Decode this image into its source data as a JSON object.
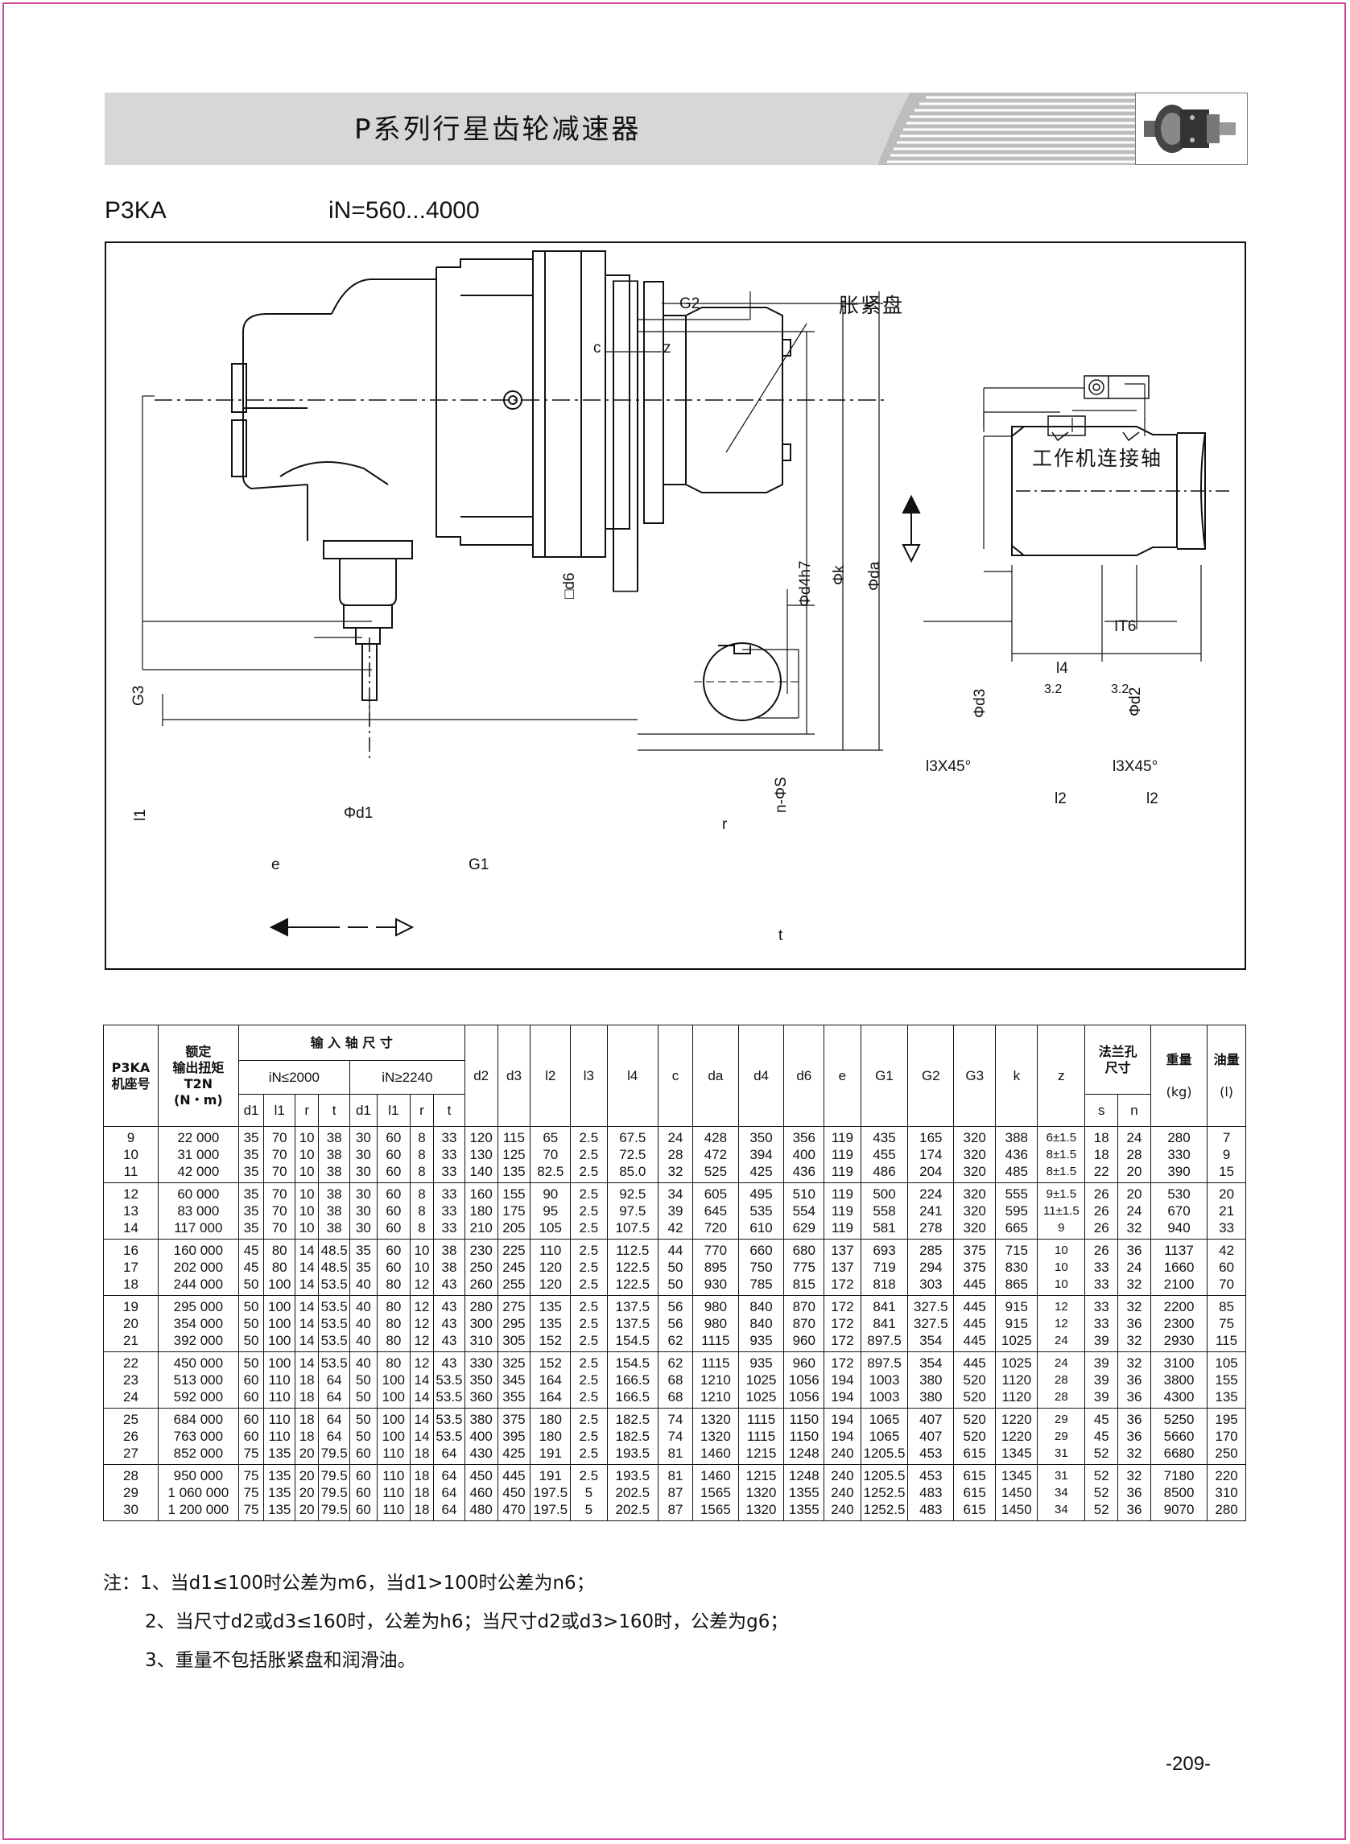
{
  "header": {
    "title": "P系列行星齿轮减速器"
  },
  "model": {
    "name": "P3KA",
    "ratio": "iN=560...4000"
  },
  "drawing": {
    "labels": {
      "g2": "G2",
      "c": "c",
      "z": "z",
      "expansion_disc": "胀紧盘",
      "work_shaft": "工作机连接轴",
      "d6": "□d6",
      "d4h7": "Φd4h7",
      "k": "Φk",
      "da": "Φda",
      "g3": "G3",
      "l1": "l1",
      "d1": "Φd1",
      "e": "e",
      "g1": "G1",
      "ns": "n-ΦS",
      "r": "r",
      "t": "t",
      "it6": "IT6",
      "l4": "l4",
      "ra1": "3.2",
      "ra2": "3.2",
      "d3": "Φd3",
      "d2": "Φd2",
      "l3a": "l3X45°",
      "l3b": "l3X45°",
      "l2a": "l2",
      "l2b": "l2"
    }
  },
  "table": {
    "headers": {
      "model": "P3KA",
      "model2": "机座号",
      "torque": "额定",
      "torque2": "输出扭矩",
      "torque3": "T2N",
      "torque_unit": "(N・m)",
      "input_shaft": "输 入 轴 尺 寸",
      "range1": "iN≤2000",
      "range2": "iN≥2240",
      "d1": "d1",
      "l1": "l1",
      "r": "r",
      "t": "t",
      "d2": "d2",
      "d3": "d3",
      "l2": "l2",
      "l3": "l3",
      "l4": "l4",
      "c": "c",
      "da": "da",
      "d4": "d4",
      "d6": "d6",
      "e": "e",
      "g1": "G1",
      "g2": "G2",
      "g3": "G3",
      "k": "k",
      "z": "z",
      "flange": "法兰孔",
      "flange2": "尺寸",
      "s": "s",
      "n": "n",
      "weight": "重量",
      "weight_unit": "(kg)",
      "oil": "油量",
      "oil_unit": "(l)"
    },
    "groups": [
      {
        "size": [
          "9",
          "10",
          "11"
        ],
        "t2n": [
          "22 000",
          "31 000",
          "42 000"
        ],
        "d1a": [
          "35",
          "35",
          "35"
        ],
        "l1a": [
          "70",
          "70",
          "70"
        ],
        "ra": [
          "10",
          "10",
          "10"
        ],
        "ta": [
          "38",
          "38",
          "38"
        ],
        "d1b": [
          "30",
          "30",
          "30"
        ],
        "l1b": [
          "60",
          "60",
          "60"
        ],
        "rb": [
          "8",
          "8",
          "8"
        ],
        "tb": [
          "33",
          "33",
          "33"
        ],
        "d2": [
          "120",
          "130",
          "140"
        ],
        "d3": [
          "115",
          "125",
          "135"
        ],
        "l2": [
          "65",
          "70",
          "82.5"
        ],
        "l3": [
          "2.5",
          "2.5",
          "2.5"
        ],
        "l4": [
          "67.5",
          "72.5",
          "85.0"
        ],
        "c": [
          "24",
          "28",
          "32"
        ],
        "da": [
          "428",
          "472",
          "525"
        ],
        "d4": [
          "350",
          "394",
          "425"
        ],
        "d6": [
          "356",
          "400",
          "436"
        ],
        "e": [
          "119",
          "119",
          "119"
        ],
        "g1": [
          "435",
          "455",
          "486"
        ],
        "g2": [
          "165",
          "174",
          "204"
        ],
        "g3": [
          "320",
          "320",
          "320"
        ],
        "k": [
          "388",
          "436",
          "485"
        ],
        "z": [
          "6±1.5",
          "8±1.5",
          "8±1.5"
        ],
        "s": [
          "18",
          "18",
          "22"
        ],
        "n": [
          "24",
          "28",
          "20"
        ],
        "w": [
          "280",
          "330",
          "390"
        ],
        "oil": [
          "7",
          "9",
          "15"
        ]
      },
      {
        "size": [
          "12",
          "13",
          "14"
        ],
        "t2n": [
          "60 000",
          "83 000",
          "117 000"
        ],
        "d1a": [
          "35",
          "35",
          "35"
        ],
        "l1a": [
          "70",
          "70",
          "70"
        ],
        "ra": [
          "10",
          "10",
          "10"
        ],
        "ta": [
          "38",
          "38",
          "38"
        ],
        "d1b": [
          "30",
          "30",
          "30"
        ],
        "l1b": [
          "60",
          "60",
          "60"
        ],
        "rb": [
          "8",
          "8",
          "8"
        ],
        "tb": [
          "33",
          "33",
          "33"
        ],
        "d2": [
          "160",
          "180",
          "210"
        ],
        "d3": [
          "155",
          "175",
          "205"
        ],
        "l2": [
          "90",
          "95",
          "105"
        ],
        "l3": [
          "2.5",
          "2.5",
          "2.5"
        ],
        "l4": [
          "92.5",
          "97.5",
          "107.5"
        ],
        "c": [
          "34",
          "39",
          "42"
        ],
        "da": [
          "605",
          "645",
          "720"
        ],
        "d4": [
          "495",
          "535",
          "610"
        ],
        "d6": [
          "510",
          "554",
          "629"
        ],
        "e": [
          "119",
          "119",
          "119"
        ],
        "g1": [
          "500",
          "558",
          "581"
        ],
        "g2": [
          "224",
          "241",
          "278"
        ],
        "g3": [
          "320",
          "320",
          "320"
        ],
        "k": [
          "555",
          "595",
          "665"
        ],
        "z": [
          "9±1.5",
          "11±1.5",
          "9"
        ],
        "s": [
          "26",
          "26",
          "26"
        ],
        "n": [
          "20",
          "24",
          "32"
        ],
        "w": [
          "530",
          "670",
          "940"
        ],
        "oil": [
          "20",
          "21",
          "33"
        ]
      },
      {
        "size": [
          "16",
          "17",
          "18"
        ],
        "t2n": [
          "160 000",
          "202 000",
          "244 000"
        ],
        "d1a": [
          "45",
          "45",
          "50"
        ],
        "l1a": [
          "80",
          "80",
          "100"
        ],
        "ra": [
          "14",
          "14",
          "14"
        ],
        "ta": [
          "48.5",
          "48.5",
          "53.5"
        ],
        "d1b": [
          "35",
          "35",
          "40"
        ],
        "l1b": [
          "60",
          "60",
          "80"
        ],
        "rb": [
          "10",
          "10",
          "12"
        ],
        "tb": [
          "38",
          "38",
          "43"
        ],
        "d2": [
          "230",
          "250",
          "260"
        ],
        "d3": [
          "225",
          "245",
          "255"
        ],
        "l2": [
          "110",
          "120",
          "120"
        ],
        "l3": [
          "2.5",
          "2.5",
          "2.5"
        ],
        "l4": [
          "112.5",
          "122.5",
          "122.5"
        ],
        "c": [
          "44",
          "50",
          "50"
        ],
        "da": [
          "770",
          "895",
          "930"
        ],
        "d4": [
          "660",
          "750",
          "785"
        ],
        "d6": [
          "680",
          "775",
          "815"
        ],
        "e": [
          "137",
          "137",
          "172"
        ],
        "g1": [
          "693",
          "719",
          "818"
        ],
        "g2": [
          "285",
          "294",
          "303"
        ],
        "g3": [
          "375",
          "375",
          "445"
        ],
        "k": [
          "715",
          "830",
          "865"
        ],
        "z": [
          "10",
          "10",
          "10"
        ],
        "s": [
          "26",
          "33",
          "33"
        ],
        "n": [
          "36",
          "24",
          "32"
        ],
        "w": [
          "1137",
          "1660",
          "2100"
        ],
        "oil": [
          "42",
          "60",
          "70"
        ]
      },
      {
        "size": [
          "19",
          "20",
          "21"
        ],
        "t2n": [
          "295 000",
          "354 000",
          "392 000"
        ],
        "d1a": [
          "50",
          "50",
          "50"
        ],
        "l1a": [
          "100",
          "100",
          "100"
        ],
        "ra": [
          "14",
          "14",
          "14"
        ],
        "ta": [
          "53.5",
          "53.5",
          "53.5"
        ],
        "d1b": [
          "40",
          "40",
          "40"
        ],
        "l1b": [
          "80",
          "80",
          "80"
        ],
        "rb": [
          "12",
          "12",
          "12"
        ],
        "tb": [
          "43",
          "43",
          "43"
        ],
        "d2": [
          "280",
          "300",
          "310"
        ],
        "d3": [
          "275",
          "295",
          "305"
        ],
        "l2": [
          "135",
          "135",
          "152"
        ],
        "l3": [
          "2.5",
          "2.5",
          "2.5"
        ],
        "l4": [
          "137.5",
          "137.5",
          "154.5"
        ],
        "c": [
          "56",
          "56",
          "62"
        ],
        "da": [
          "980",
          "980",
          "1115"
        ],
        "d4": [
          "840",
          "840",
          "935"
        ],
        "d6": [
          "870",
          "870",
          "960"
        ],
        "e": [
          "172",
          "172",
          "172"
        ],
        "g1": [
          "841",
          "841",
          "897.5"
        ],
        "g2": [
          "327.5",
          "327.5",
          "354"
        ],
        "g3": [
          "445",
          "445",
          "445"
        ],
        "k": [
          "915",
          "915",
          "1025"
        ],
        "z": [
          "12",
          "12",
          "24"
        ],
        "s": [
          "33",
          "33",
          "39"
        ],
        "n": [
          "32",
          "36",
          "32"
        ],
        "w": [
          "2200",
          "2300",
          "2930"
        ],
        "oil": [
          "85",
          "75",
          "115"
        ]
      },
      {
        "size": [
          "22",
          "23",
          "24"
        ],
        "t2n": [
          "450 000",
          "513 000",
          "592 000"
        ],
        "d1a": [
          "50",
          "60",
          "60"
        ],
        "l1a": [
          "100",
          "110",
          "110"
        ],
        "ra": [
          "14",
          "18",
          "18"
        ],
        "ta": [
          "53.5",
          "64",
          "64"
        ],
        "d1b": [
          "40",
          "50",
          "50"
        ],
        "l1b": [
          "80",
          "100",
          "100"
        ],
        "rb": [
          "12",
          "14",
          "14"
        ],
        "tb": [
          "43",
          "53.5",
          "53.5"
        ],
        "d2": [
          "330",
          "350",
          "360"
        ],
        "d3": [
          "325",
          "345",
          "355"
        ],
        "l2": [
          "152",
          "164",
          "164"
        ],
        "l3": [
          "2.5",
          "2.5",
          "2.5"
        ],
        "l4": [
          "154.5",
          "166.5",
          "166.5"
        ],
        "c": [
          "62",
          "68",
          "68"
        ],
        "da": [
          "1115",
          "1210",
          "1210"
        ],
        "d4": [
          "935",
          "1025",
          "1025"
        ],
        "d6": [
          "960",
          "1056",
          "1056"
        ],
        "e": [
          "172",
          "194",
          "194"
        ],
        "g1": [
          "897.5",
          "1003",
          "1003"
        ],
        "g2": [
          "354",
          "380",
          "380"
        ],
        "g3": [
          "445",
          "520",
          "520"
        ],
        "k": [
          "1025",
          "1120",
          "1120"
        ],
        "z": [
          "24",
          "28",
          "28"
        ],
        "s": [
          "39",
          "39",
          "39"
        ],
        "n": [
          "32",
          "36",
          "36"
        ],
        "w": [
          "3100",
          "3800",
          "4300"
        ],
        "oil": [
          "105",
          "155",
          "135"
        ]
      },
      {
        "size": [
          "25",
          "26",
          "27"
        ],
        "t2n": [
          "684 000",
          "763 000",
          "852 000"
        ],
        "d1a": [
          "60",
          "60",
          "75"
        ],
        "l1a": [
          "110",
          "110",
          "135"
        ],
        "ra": [
          "18",
          "18",
          "20"
        ],
        "ta": [
          "64",
          "64",
          "79.5"
        ],
        "d1b": [
          "50",
          "50",
          "60"
        ],
        "l1b": [
          "100",
          "100",
          "110"
        ],
        "rb": [
          "14",
          "14",
          "18"
        ],
        "tb": [
          "53.5",
          "53.5",
          "64"
        ],
        "d2": [
          "380",
          "400",
          "430"
        ],
        "d3": [
          "375",
          "395",
          "425"
        ],
        "l2": [
          "180",
          "180",
          "191"
        ],
        "l3": [
          "2.5",
          "2.5",
          "2.5"
        ],
        "l4": [
          "182.5",
          "182.5",
          "193.5"
        ],
        "c": [
          "74",
          "74",
          "81"
        ],
        "da": [
          "1320",
          "1320",
          "1460"
        ],
        "d4": [
          "1115",
          "1115",
          "1215"
        ],
        "d6": [
          "1150",
          "1150",
          "1248"
        ],
        "e": [
          "194",
          "194",
          "240"
        ],
        "g1": [
          "1065",
          "1065",
          "1205.5"
        ],
        "g2": [
          "407",
          "407",
          "453"
        ],
        "g3": [
          "520",
          "520",
          "615"
        ],
        "k": [
          "1220",
          "1220",
          "1345"
        ],
        "z": [
          "29",
          "29",
          "31"
        ],
        "s": [
          "45",
          "45",
          "52"
        ],
        "n": [
          "36",
          "36",
          "32"
        ],
        "w": [
          "5250",
          "5660",
          "6680"
        ],
        "oil": [
          "195",
          "170",
          "250"
        ]
      },
      {
        "size": [
          "28",
          "29",
          "30"
        ],
        "t2n": [
          "950 000",
          "1 060 000",
          "1 200 000"
        ],
        "d1a": [
          "75",
          "75",
          "75"
        ],
        "l1a": [
          "135",
          "135",
          "135"
        ],
        "ra": [
          "20",
          "20",
          "20"
        ],
        "ta": [
          "79.5",
          "79.5",
          "79.5"
        ],
        "d1b": [
          "60",
          "60",
          "60"
        ],
        "l1b": [
          "110",
          "110",
          "110"
        ],
        "rb": [
          "18",
          "18",
          "18"
        ],
        "tb": [
          "64",
          "64",
          "64"
        ],
        "d2": [
          "450",
          "460",
          "480"
        ],
        "d3": [
          "445",
          "450",
          "470"
        ],
        "l2": [
          "191",
          "197.5",
          "197.5"
        ],
        "l3": [
          "2.5",
          "5",
          "5"
        ],
        "l4": [
          "193.5",
          "202.5",
          "202.5"
        ],
        "c": [
          "81",
          "87",
          "87"
        ],
        "da": [
          "1460",
          "1565",
          "1565"
        ],
        "d4": [
          "1215",
          "1320",
          "1320"
        ],
        "d6": [
          "1248",
          "1355",
          "1355"
        ],
        "e": [
          "240",
          "240",
          "240"
        ],
        "g1": [
          "1205.5",
          "1252.5",
          "1252.5"
        ],
        "g2": [
          "453",
          "483",
          "483"
        ],
        "g3": [
          "615",
          "615",
          "615"
        ],
        "k": [
          "1345",
          "1450",
          "1450"
        ],
        "z": [
          "31",
          "34",
          "34"
        ],
        "s": [
          "52",
          "52",
          "52"
        ],
        "n": [
          "32",
          "36",
          "36"
        ],
        "w": [
          "7180",
          "8500",
          "9070"
        ],
        "oil": [
          "220",
          "310",
          "280"
        ]
      }
    ]
  },
  "notes": [
    "注：1、当d1≤100时公差为m6，当d1>100时公差为n6；",
    "2、当尺寸d2或d3≤160时，公差为h6；当尺寸d2或d3>160时，公差为g6；",
    "3、重量不包括胀紧盘和润滑油。"
  ],
  "page_number": "-209-"
}
